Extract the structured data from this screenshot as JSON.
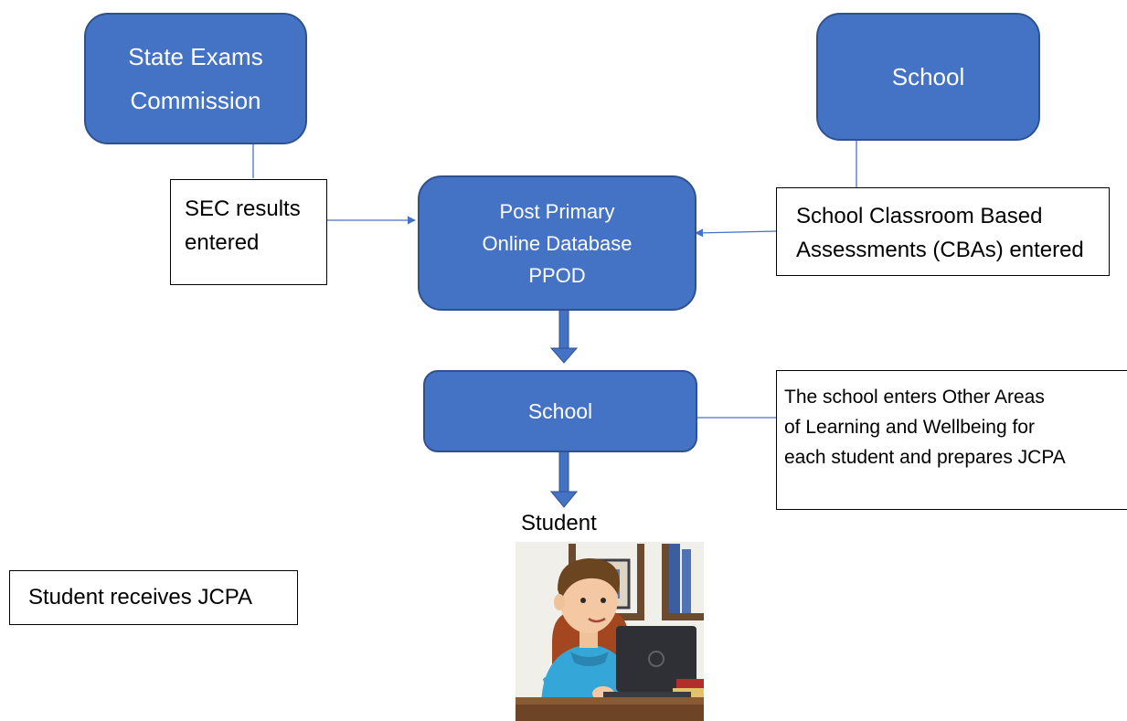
{
  "nodes": {
    "sec": {
      "lines": [
        "State Exams",
        "Commission"
      ]
    },
    "school_top": {
      "lines": [
        "School"
      ]
    },
    "ppod": {
      "lines": [
        "Post Primary",
        "Online Database",
        "PPOD"
      ]
    },
    "school_mid": {
      "lines": [
        "School"
      ]
    }
  },
  "notes": {
    "sec_results": {
      "lines": [
        "SEC results",
        "entered"
      ]
    },
    "cba": {
      "lines": [
        "School Classroom Based",
        "Assessments (CBAs) entered"
      ]
    },
    "other_areas": {
      "lines": [
        "The school enters Other Areas",
        "of Learning and Wellbeing for",
        "each student and prepares  JCPA"
      ]
    },
    "receives": {
      "lines": [
        "Student  receives JCPA"
      ]
    }
  },
  "student_caption": "Student",
  "colors": {
    "node_fill": "#4472c4",
    "node_border": "#2f528f",
    "connector": "#4472c4"
  }
}
